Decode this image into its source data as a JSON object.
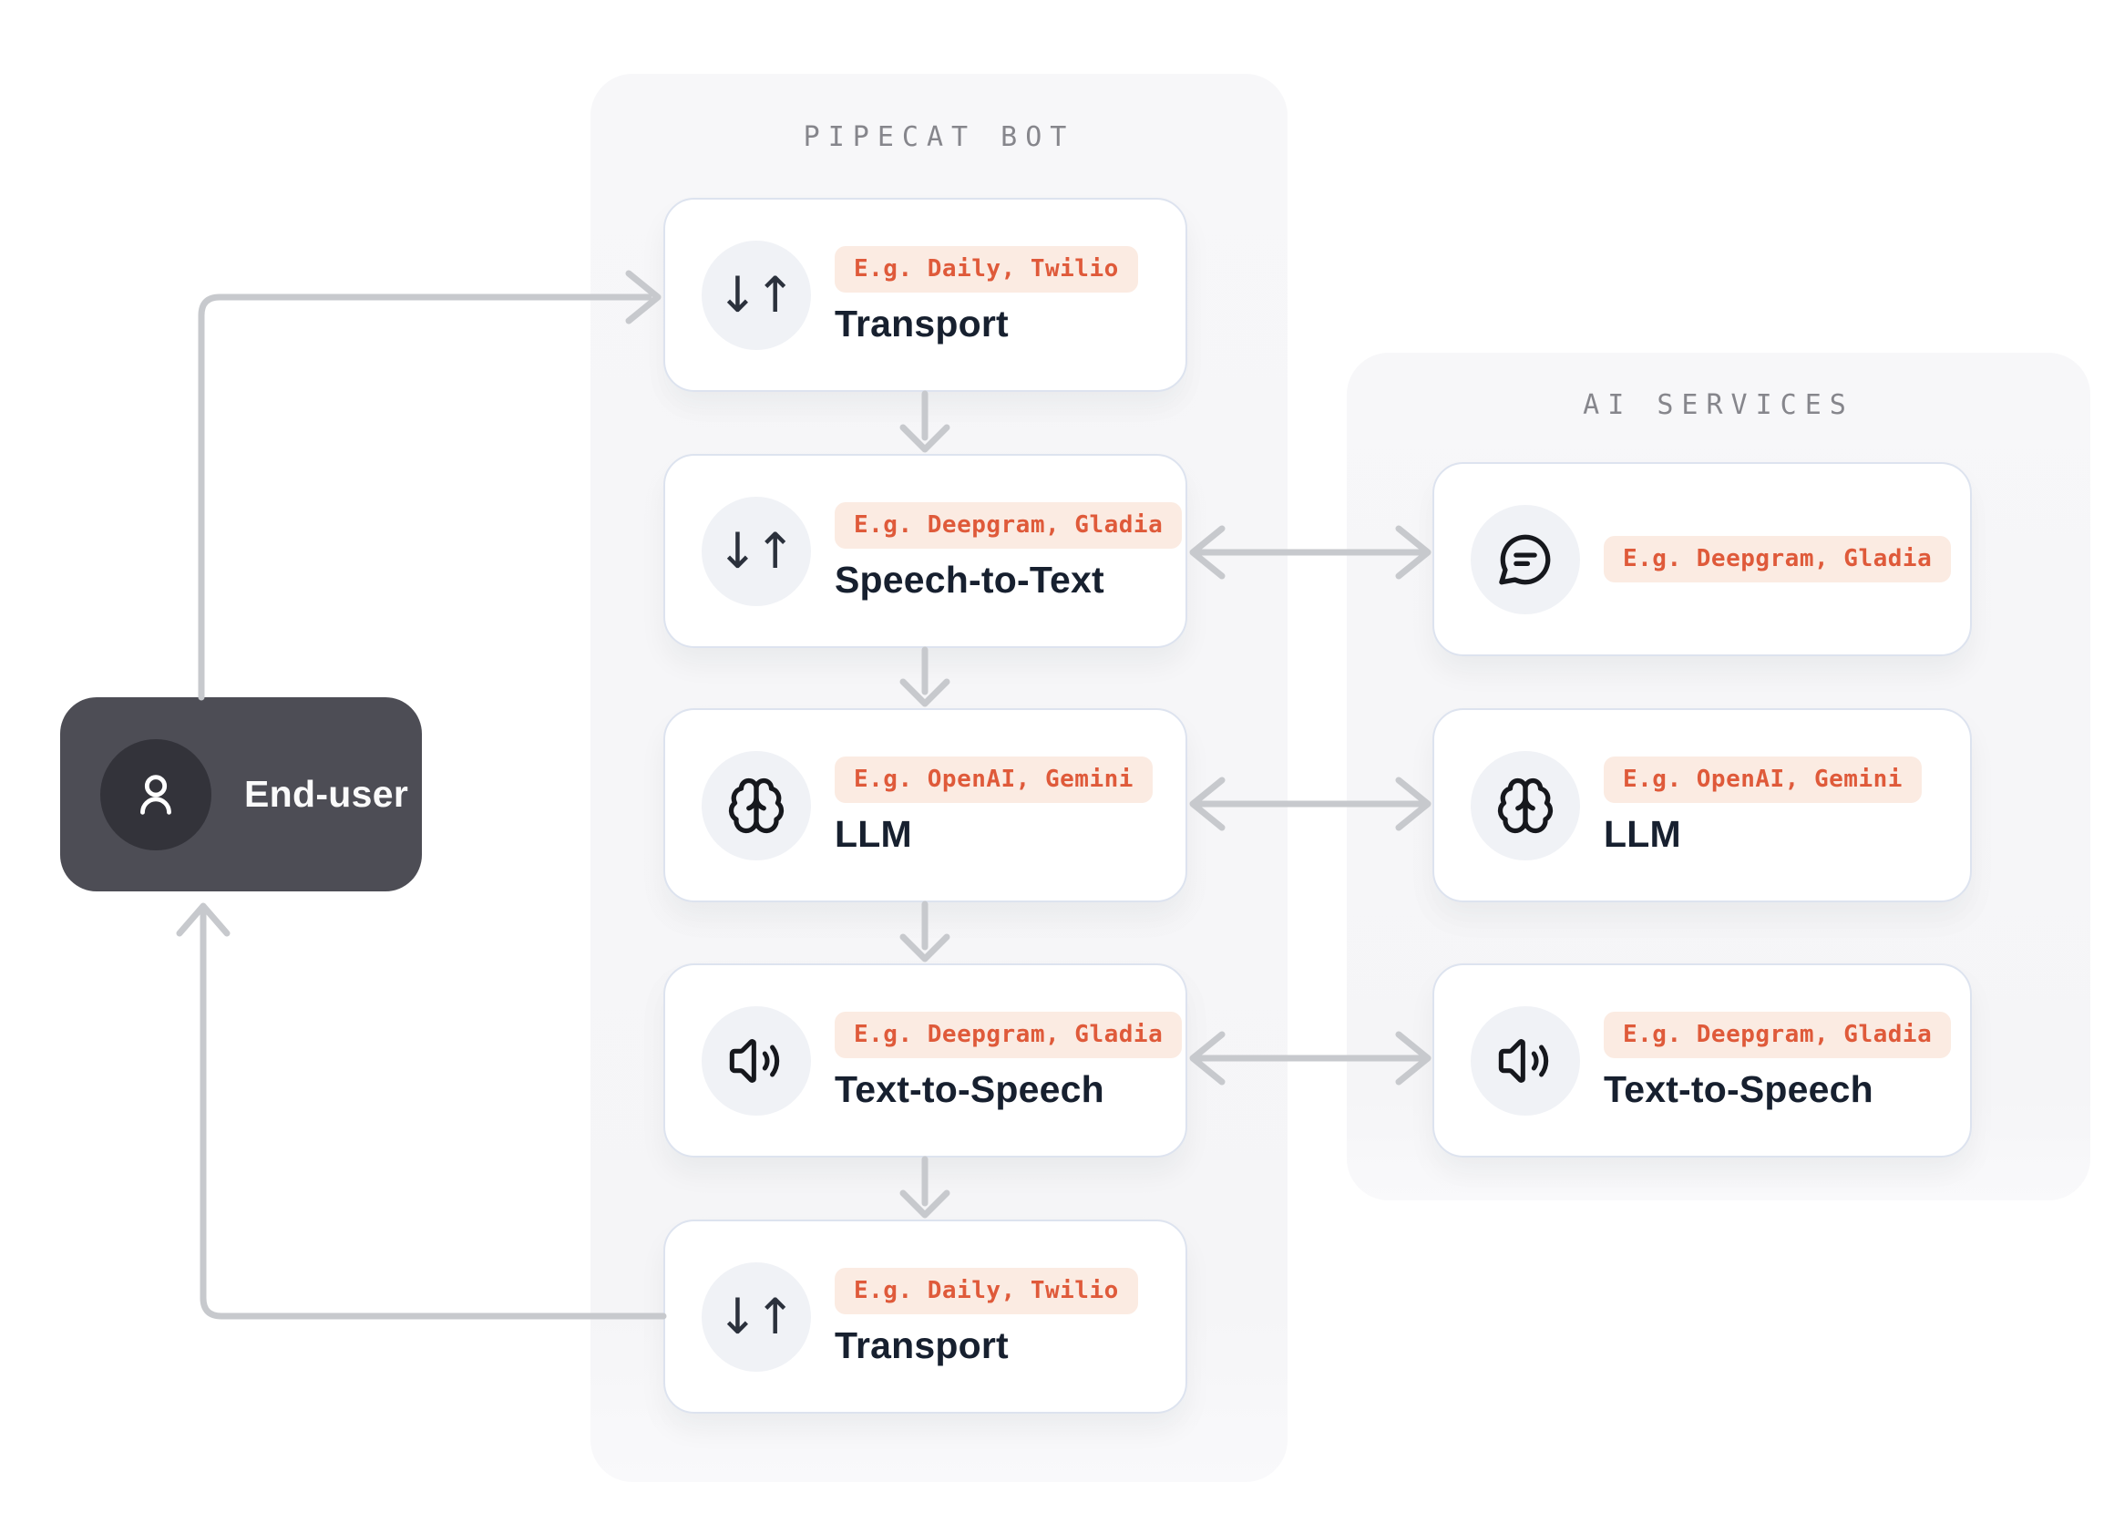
{
  "colors": {
    "page_background": "#ffffff",
    "panel_background": "#f6f6f8",
    "card_border": "#dde3ef",
    "badge_background": "#fbebe2",
    "badge_text": "#df5a3a",
    "card_title_text": "#17202f",
    "section_label_text": "#86868c",
    "arrow": "#c7c9cd",
    "end_user_box": "#4d4d55",
    "end_user_avatar": "#33333a",
    "icon_circle": "#f0f2f6"
  },
  "icons": {
    "transport_glyph": "↓↑"
  },
  "end_user": {
    "label": "End-user",
    "icon": "user-icon"
  },
  "pipecat_panel": {
    "title": "PIPECAT BOT",
    "cards": [
      {
        "icon": "arrows-up-down-icon",
        "badge": "E.g. Daily, Twilio",
        "title": "Transport"
      },
      {
        "icon": "arrows-up-down-icon",
        "badge": "E.g. Deepgram, Gladia",
        "title": "Speech-to-Text"
      },
      {
        "icon": "brain-icon",
        "badge": "E.g. OpenAI, Gemini",
        "title": "LLM"
      },
      {
        "icon": "speaker-icon",
        "badge": "E.g. Deepgram, Gladia",
        "title": "Text-to-Speech"
      },
      {
        "icon": "arrows-up-down-icon",
        "badge": "E.g. Daily, Twilio",
        "title": "Transport"
      }
    ]
  },
  "ai_panel": {
    "title": "AI SERVICES",
    "cards": [
      {
        "icon": "speech-bubble-icon",
        "badge": "E.g. Deepgram, Gladia",
        "title": ""
      },
      {
        "icon": "brain-icon",
        "badge": "E.g. OpenAI, Gemini",
        "title": "LLM"
      },
      {
        "icon": "speaker-icon",
        "badge": "E.g. Deepgram, Gladia",
        "title": "Text-to-Speech"
      }
    ]
  }
}
